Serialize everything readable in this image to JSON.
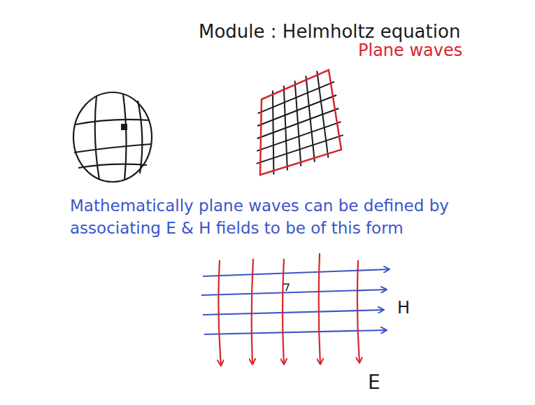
{
  "diagram": {
    "title": "Module : Helmholtz equation",
    "labels": [
      "Plane waves",
      "Mathematically plane waves can be defined by associating E & H fields to be of this form",
      "H",
      "E"
    ]
  }
}
